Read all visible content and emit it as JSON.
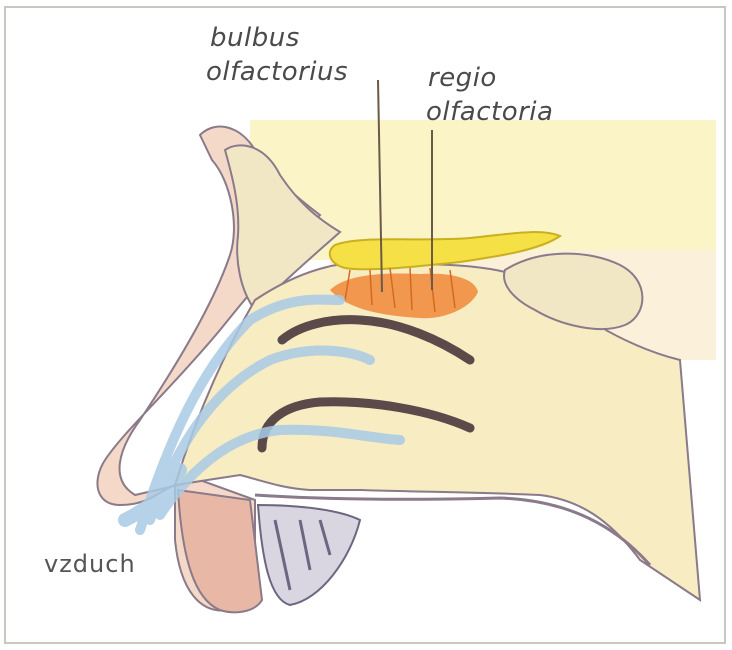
{
  "figure": {
    "labels": {
      "bulbus_line1": "bulbus",
      "bulbus_line2": "olfactorius",
      "regio_line1": "regio",
      "regio_line2": "olfactoria",
      "air": "vzduch"
    },
    "colors": {
      "skin": "#f4d9c9",
      "bone": "#f2e7c4",
      "cavity": "#f7ecc2",
      "bulb": "#f5e046",
      "olfactory_region": "#f08a3a",
      "airflow": "#a9cbe6",
      "outline": "#8a7a8a",
      "concha": "#5a4a4a",
      "background_yellow": "#fbf4c6",
      "lip": "#e9b7a6"
    }
  }
}
